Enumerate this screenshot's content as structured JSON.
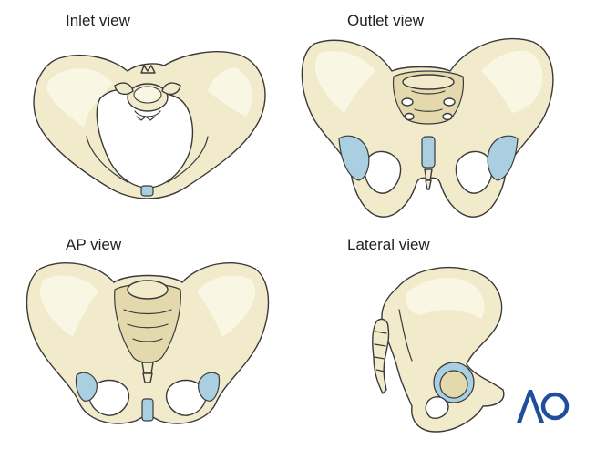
{
  "views": {
    "inlet": {
      "label": "Inlet view"
    },
    "outlet": {
      "label": "Outlet view"
    },
    "ap": {
      "label": "AP view"
    },
    "lateral": {
      "label": "Lateral view"
    }
  },
  "logo": {
    "text": "AO",
    "color": "#1f4e9e"
  },
  "colors": {
    "bone": "#f1eacb",
    "cartilage": "#a9cfe0",
    "outline": "#3a3a3a"
  }
}
